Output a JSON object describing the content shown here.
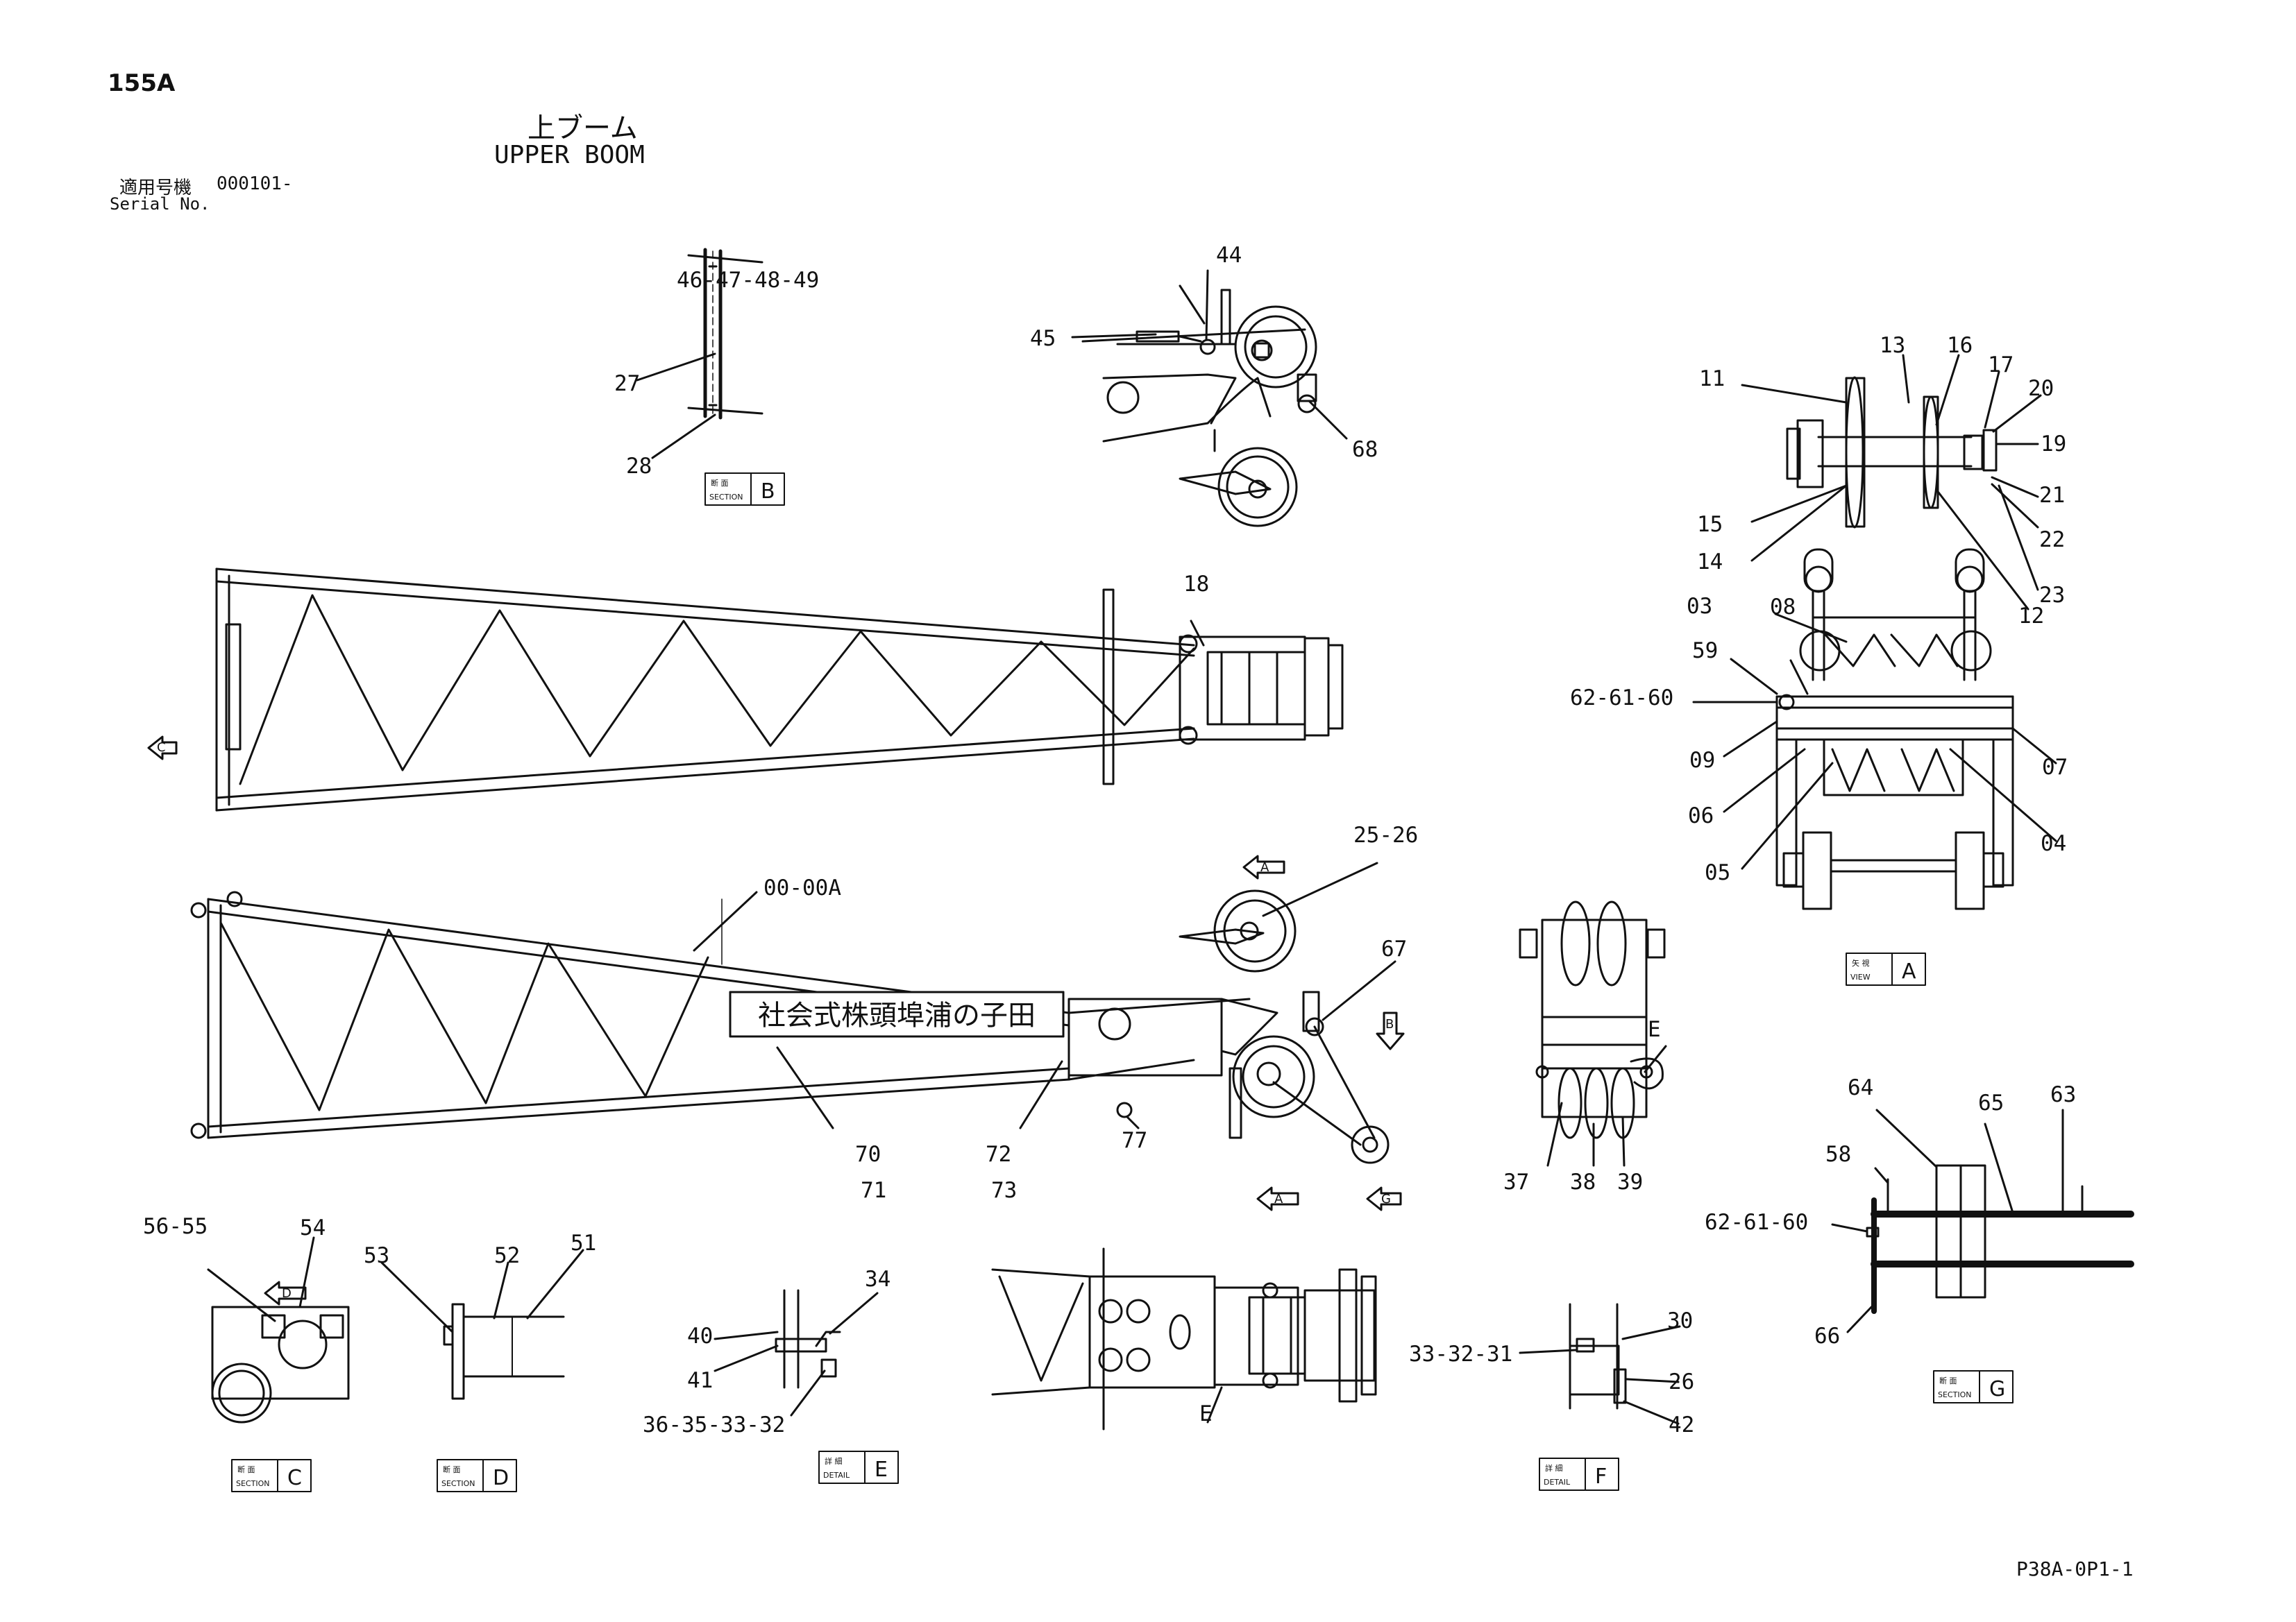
{
  "header": {
    "page_number": "155A",
    "title_jp": "上ブーム",
    "title_en": "UPPER BOOM",
    "serial_label_jp": "適用号機",
    "serial_value": "000101-",
    "serial_label_en": "Serial No."
  },
  "footer": {
    "drawing_number": "P38A-0P1-1"
  },
  "boom_plate_text": "社会式株頭埠浦の子田",
  "view_tags": [
    {
      "id": "section-b",
      "jp": "断 面",
      "en": "SECTION",
      "letter": "B"
    },
    {
      "id": "view-a",
      "jp": "矢 視",
      "en": "VIEW",
      "letter": "A"
    },
    {
      "id": "section-c",
      "jp": "断 面",
      "en": "SECTION",
      "letter": "C"
    },
    {
      "id": "section-d",
      "jp": "断 面",
      "en": "SECTION",
      "letter": "D"
    },
    {
      "id": "detail-e",
      "jp": "詳 細",
      "en": "DETAIL",
      "letter": "E"
    },
    {
      "id": "detail-f",
      "jp": "詳 細",
      "en": "DETAIL",
      "letter": "F"
    },
    {
      "id": "section-g",
      "jp": "断 面",
      "en": "SECTION",
      "letter": "G"
    }
  ],
  "view_arrows": [
    "C",
    "A",
    "B",
    "A",
    "G",
    "D"
  ],
  "callouts": [
    "27",
    "28",
    "46-47-48-49",
    "44",
    "45",
    "68",
    "18",
    "11",
    "13",
    "16",
    "17",
    "20",
    "19",
    "15",
    "14",
    "21",
    "22",
    "23",
    "12",
    "03",
    "08",
    "59",
    "62-61-60",
    "09",
    "06",
    "05",
    "07",
    "04",
    "25-26",
    "00-00A",
    "67",
    "70",
    "71",
    "72",
    "73",
    "77",
    "E",
    "37",
    "38",
    "39",
    "64",
    "65",
    "63",
    "58",
    "62-61-60",
    "66",
    "56-55",
    "54",
    "53",
    "52",
    "51",
    "34",
    "40",
    "41",
    "36-35-33-32",
    "33-32-31",
    "30",
    "26",
    "42",
    "E"
  ]
}
